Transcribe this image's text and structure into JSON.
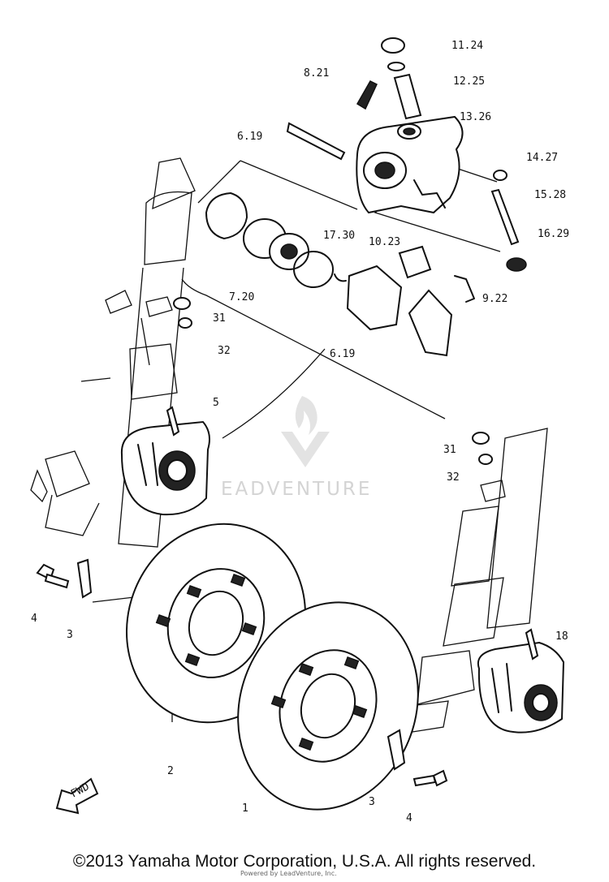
{
  "diagram": {
    "labels": {
      "p1124": "11.24",
      "p1225": "12.25",
      "p1326": "13.26",
      "p821": "8.21",
      "p619_top": "6.19",
      "p1427": "14.27",
      "p1528": "15.28",
      "p1629": "16.29",
      "p1730": "17.30",
      "p1023": "10.23",
      "p720": "7.20",
      "p922": "9.22",
      "p619_pads": "6.19",
      "p31_left": "31",
      "p32_left": "32",
      "p5": "5",
      "p31_right": "31",
      "p32_right": "32",
      "p4_left": "4",
      "p3_left": "3",
      "p18": "18",
      "p2": "2",
      "p1": "1",
      "p3_right": "3",
      "p4_right": "4"
    },
    "fwd_label": "FWD",
    "watermark": "EADVENTURE"
  },
  "footer": {
    "copyright": "©2013 Yamaha Motor Corporation, U.S.A. All rights reserved.",
    "fine_print": "Powered by LeadVenture, Inc."
  }
}
